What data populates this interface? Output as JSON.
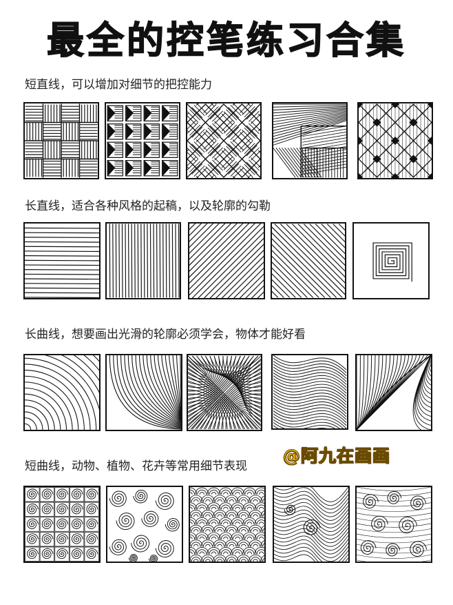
{
  "title": "最全的控笔练习合集",
  "sections": [
    {
      "caption": "短直线，可以增加对细节的把控能力",
      "tiles": [
        "basket-weave",
        "block-squares",
        "diagonal-weave",
        "angled-stripes",
        "diamond-lattice"
      ]
    },
    {
      "caption": "长直线，适合各种风格的起稿，以及轮廓的勾勒",
      "tiles": [
        "horizontal-lines",
        "vertical-lines",
        "diagonal-lines-up",
        "diagonal-lines-down",
        "square-spiral"
      ]
    },
    {
      "caption": "长曲线，想要画出光滑的轮廓必须学会，物体才能好看",
      "tiles": [
        "corner-arcs",
        "swoop-curves",
        "hourglass-curves",
        "wave-curves",
        "fan-curves"
      ]
    },
    {
      "caption": "短曲线，动物、植物、花卉等常用细节表现",
      "tiles": [
        "spiral-grid",
        "spiral-cluster",
        "scale-pattern",
        "flow-swirls",
        "wave-spirals"
      ]
    }
  ],
  "watermark": "@阿九在画画"
}
